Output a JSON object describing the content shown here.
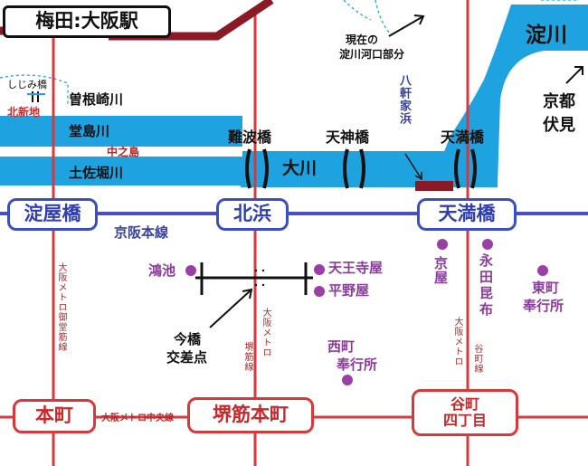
{
  "title": "梅田:大阪駅",
  "note_river_mouth": [
    "現在の",
    "淀川河口部分"
  ],
  "rivers": {
    "yodogawa": "淀川",
    "sonezaki": "曽根崎川",
    "dojima": "堂島川",
    "tosabori": "土佐堀川",
    "okawa": "大川"
  },
  "places": {
    "nakanoshima": "中之島",
    "kitashinchi": "北新地",
    "kyoto_fushimi": [
      "京都",
      "伏見"
    ],
    "hakkenya": "八軒家浜"
  },
  "bridges": {
    "shijimi": "しじみ橋",
    "naniwa": "難波橋",
    "tenjin": "天神橋",
    "tenma": "天満橋"
  },
  "stations": {
    "yodoyabashi": "淀屋橋",
    "kitahama": "北浜",
    "temmabashi": "天満橋",
    "hommachi": "本町",
    "sakaisuji_hommachi": "堺筋本町",
    "tanimachi": [
      "谷町",
      "四丁目"
    ]
  },
  "lines": {
    "keihan": "京阪本線",
    "midosuji": "大阪メトロ御堂筋線",
    "sakaisuji": [
      "大阪メトロ",
      "堺筋線"
    ],
    "tanimachi": [
      "大阪メトロ",
      "谷町線"
    ],
    "chuo": "大阪メトロ中央線"
  },
  "landmarks": {
    "koike": "鴻池",
    "tennojiya": "天王寺屋",
    "hiranoya": "平野屋",
    "kyoya": "京屋",
    "nagata_konbu": "永田昆布",
    "higashi_bugyosho": [
      "東町",
      "奉行所"
    ],
    "nishi_bugyosho": [
      "西町",
      "奉行所"
    ]
  },
  "imabashi_intersection": [
    "今橋",
    "交差点"
  ],
  "colors": {
    "river": "#1fa3e0",
    "keihan_line": "#4a4fc0",
    "metro_line": "#d83a3c",
    "dark_red": "#8a1a24",
    "landmark_dot": "#9a3fa6"
  }
}
